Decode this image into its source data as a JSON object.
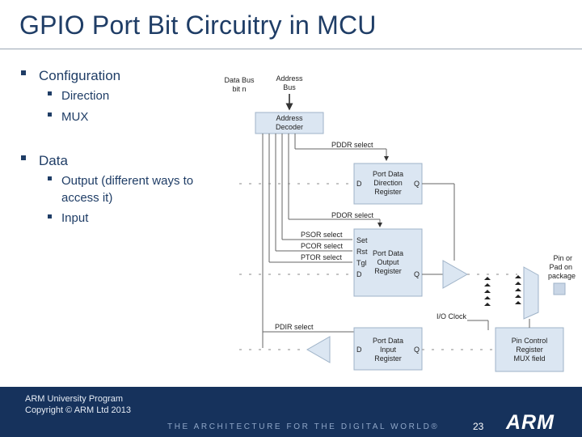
{
  "slide": {
    "title": "GPIO Port Bit Circuitry in MCU",
    "bullets": [
      {
        "text": "Configuration",
        "sub": [
          "Direction",
          "MUX"
        ]
      },
      {
        "text": "Data",
        "sub": [
          "Output (different ways to access it)",
          "Input"
        ]
      }
    ]
  },
  "diagram": {
    "data_bus_bit_n": [
      "Data Bus",
      "bit n"
    ],
    "address_bus": [
      "Address",
      "Bus"
    ],
    "address_decoder": [
      "Address",
      "Decoder"
    ],
    "pddr_select": "PDDR select",
    "pddr_block": [
      "Port Data",
      "Direction",
      "Register"
    ],
    "pddr_d": "D",
    "pddr_q": "Q",
    "pdor_select": "PDOR select",
    "psor_select": "PSOR select",
    "pcor_select": "PCOR select",
    "ptor_select": "PTOR select",
    "pdor_pins": [
      "Set",
      "Rst",
      "Tgl",
      "D"
    ],
    "pdor_block": [
      "Port Data",
      "Output",
      "Register"
    ],
    "pdor_q": "Q",
    "pin_label": [
      "Pin or",
      "Pad on",
      "package"
    ],
    "io_clock": "I/O Clock",
    "pdir_select": "PDIR select",
    "pdir_block": [
      "Port Data",
      "Input",
      "Register"
    ],
    "pdir_d": "D",
    "pdir_q": "Q",
    "pcr_block": [
      "Pin Control",
      "Register",
      "MUX field"
    ]
  },
  "footer": {
    "program": "ARM University Program",
    "copyright": "Copyright © ARM Ltd 2013",
    "tagline": "THE ARCHITECTURE FOR THE DIGITAL WORLD®",
    "page_number": "23",
    "logo_text": "ARM"
  },
  "colors": {
    "title": "#1f3d66",
    "footer_bg": "#16325c",
    "block_fill": "#dbe6f2",
    "block_stroke": "#9fb3c8"
  }
}
